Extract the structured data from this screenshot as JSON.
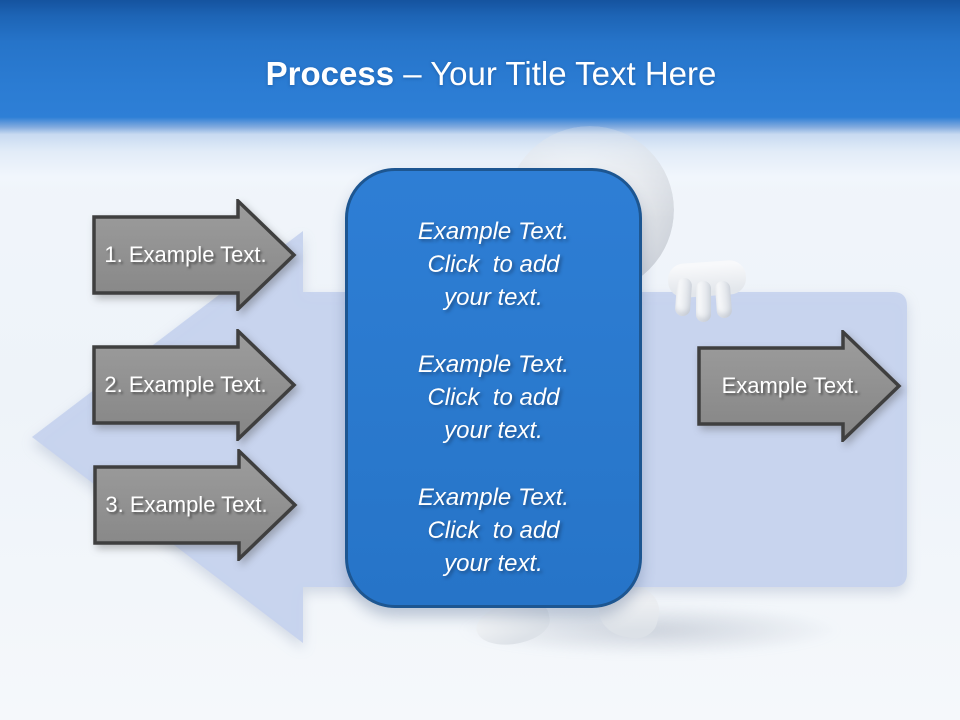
{
  "slide_title": {
    "emphasis": "Process",
    "regular": " – Your Title Text Here"
  },
  "process_steps": [
    {
      "label": "1. Example Text."
    },
    {
      "label": "2. Example Text."
    },
    {
      "label": "3. Example Text."
    }
  ],
  "output_arrow": {
    "label": "Example Text."
  },
  "center_panel": {
    "paragraphs": [
      "Example Text.\nClick  to add\nyour text.",
      "Example Text.\nClick  to add\nyour text.",
      "Example Text.\nClick  to add\nyour text."
    ]
  },
  "colors": {
    "header_blue": "#2b7cd3",
    "panel_fill": "#2a79cd",
    "panel_border": "#1d5691",
    "step_arrow_fill": "#8f8f8f",
    "step_arrow_border": "#3f3f3f",
    "background_arrow_blue": "#c6d3ee",
    "title_text": "#ffffff"
  }
}
